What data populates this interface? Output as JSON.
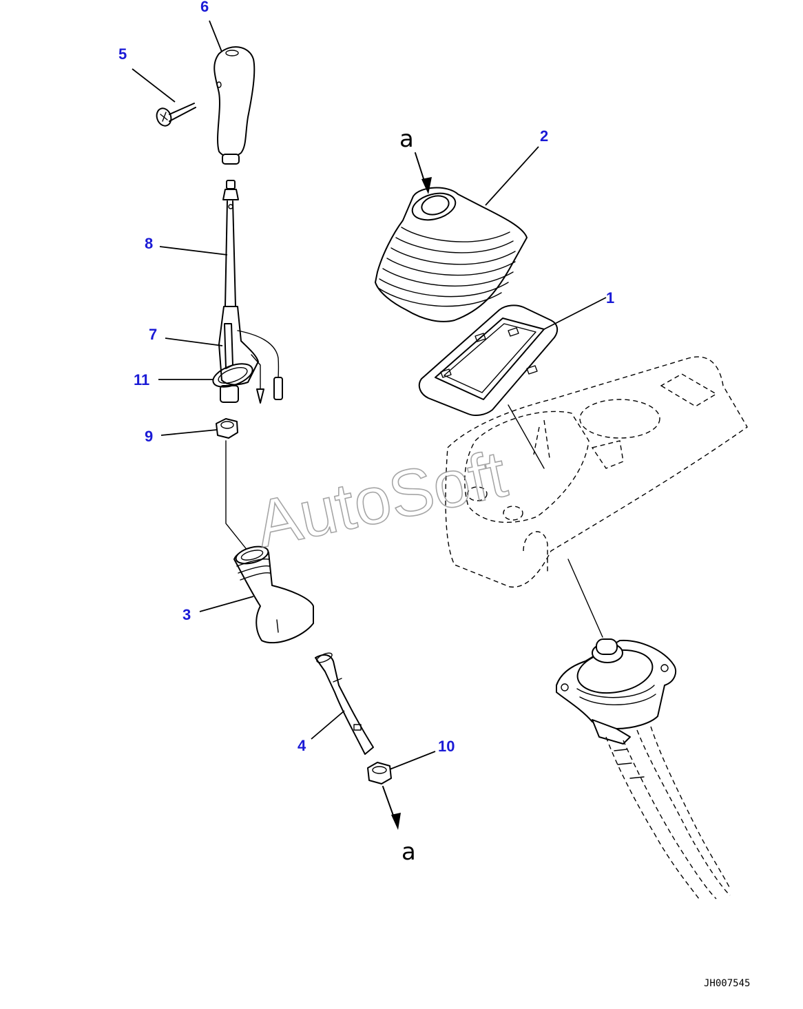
{
  "callouts": {
    "c1": "1",
    "c2": "2",
    "c3": "3",
    "c4": "4",
    "c5": "5",
    "c6": "6",
    "c7": "7",
    "c8": "8",
    "c9": "9",
    "c10": "10",
    "c11": "11"
  },
  "view_marker_top": "a",
  "view_marker_bottom": "a",
  "watermark": "AutoSoft",
  "drawing_code": "JH007545",
  "colors": {
    "callout": "#1a1ad6",
    "line": "#000000",
    "background": "#ffffff",
    "watermark": "#888888"
  }
}
